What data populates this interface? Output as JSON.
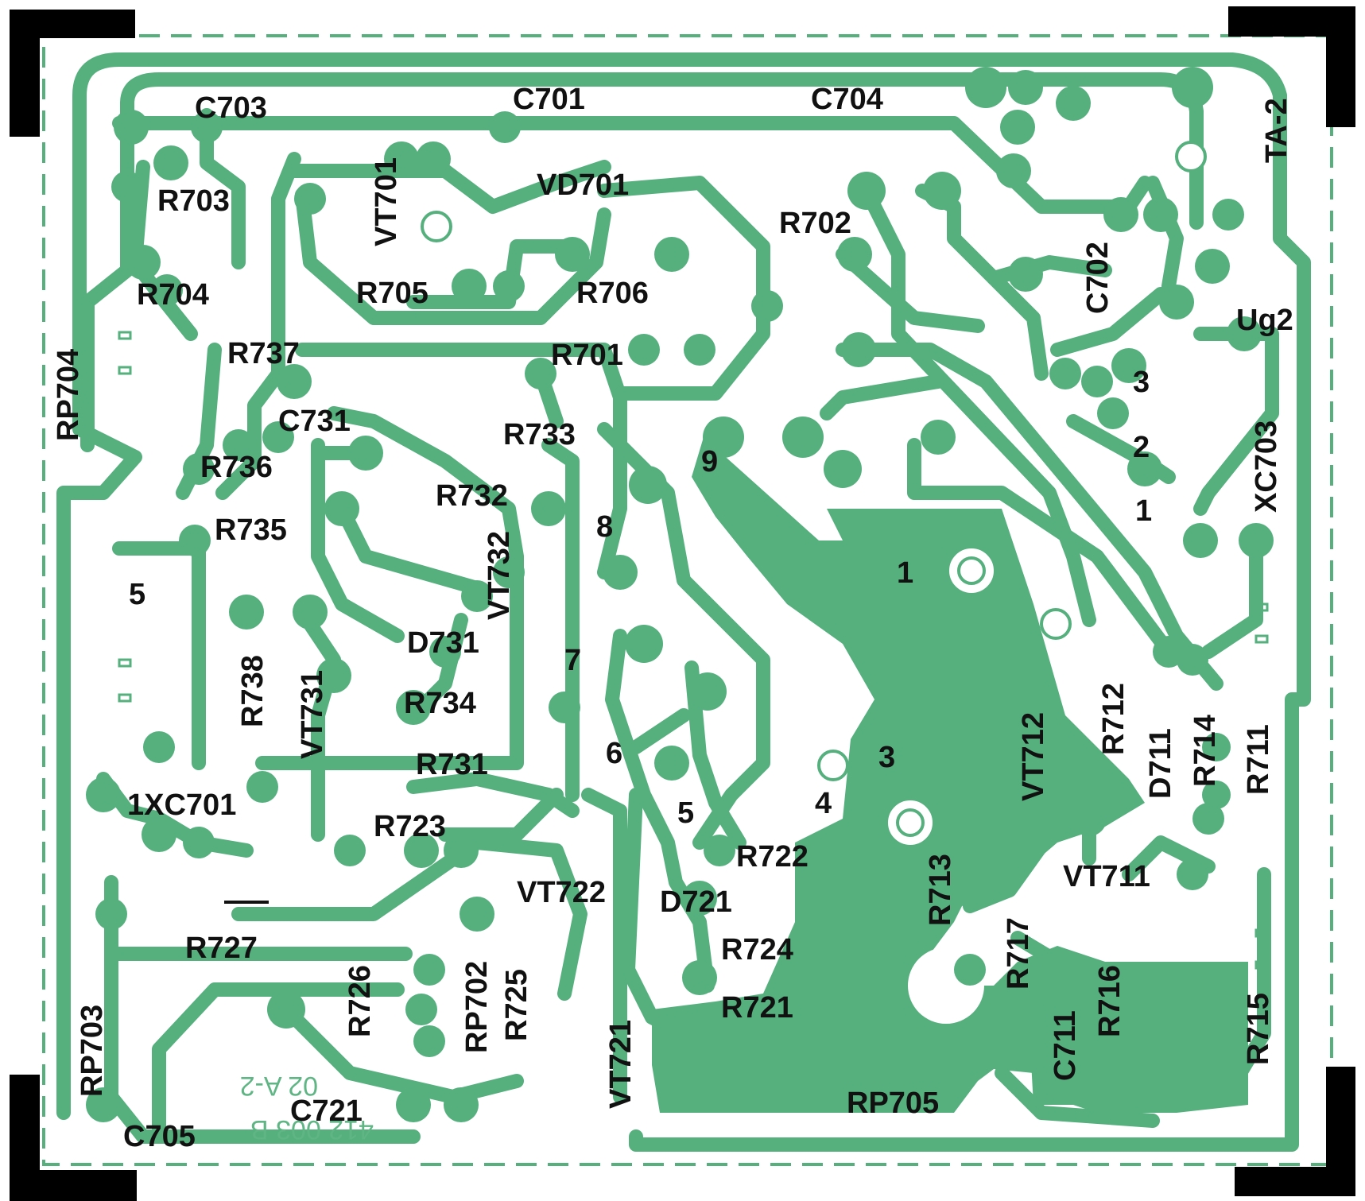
{
  "colors": {
    "copper": "#55b07e",
    "board": "#ffffff",
    "silkscreen": "#111111",
    "corner_marks": "#000000",
    "edge_dash": "#55b07e"
  },
  "labels": {
    "C703": "C703",
    "C701": "C701",
    "C704": "C704",
    "TA2": "TA-2",
    "R703": "R703",
    "VT701": "VT701",
    "VD701": "VD701",
    "R702": "R702",
    "C702": "C702",
    "R704": "R704",
    "R705": "R705",
    "R706": "R706",
    "Ug2": "Ug2",
    "RP704": "RP704",
    "R737": "R737",
    "R701": "R701",
    "pin3a": "3",
    "C731": "C731",
    "R733": "R733",
    "pin2": "2",
    "XC703": "XC703",
    "R736": "R736",
    "pin9": "9",
    "R732": "R732",
    "pin1a": "1",
    "R735": "R735",
    "pin8": "8",
    "VT732": "VT732",
    "pin1b": "1",
    "pin5a": "5",
    "D731": "D731",
    "R738": "R738",
    "pin7": "7",
    "VT731": "VT731",
    "R734": "R734",
    "R712": "R712",
    "VT712": "VT712",
    "D711": "D711",
    "R714": "R714",
    "R711": "R711",
    "pin6": "6",
    "pin3b": "3",
    "R731": "R731",
    "pin4": "4",
    "XC701": "1XC701",
    "pin5b": "5",
    "R723": "R723",
    "R722": "R722",
    "R713": "R713",
    "VT711": "VT711",
    "VT722": "VT722",
    "D721": "D721",
    "R727": "R727",
    "R724": "R724",
    "R717": "R717",
    "R716": "R716",
    "R726": "R726",
    "RP702": "RP702",
    "R725": "R725",
    "R721": "R721",
    "R715": "R715",
    "RP703": "RP703",
    "C711": "C711",
    "VT721": "VT721",
    "C721": "C721",
    "RP705": "RP705",
    "C705": "C705"
  },
  "mirrored_text": {
    "line1": "02 A-2",
    "line2": "412 003 B"
  }
}
